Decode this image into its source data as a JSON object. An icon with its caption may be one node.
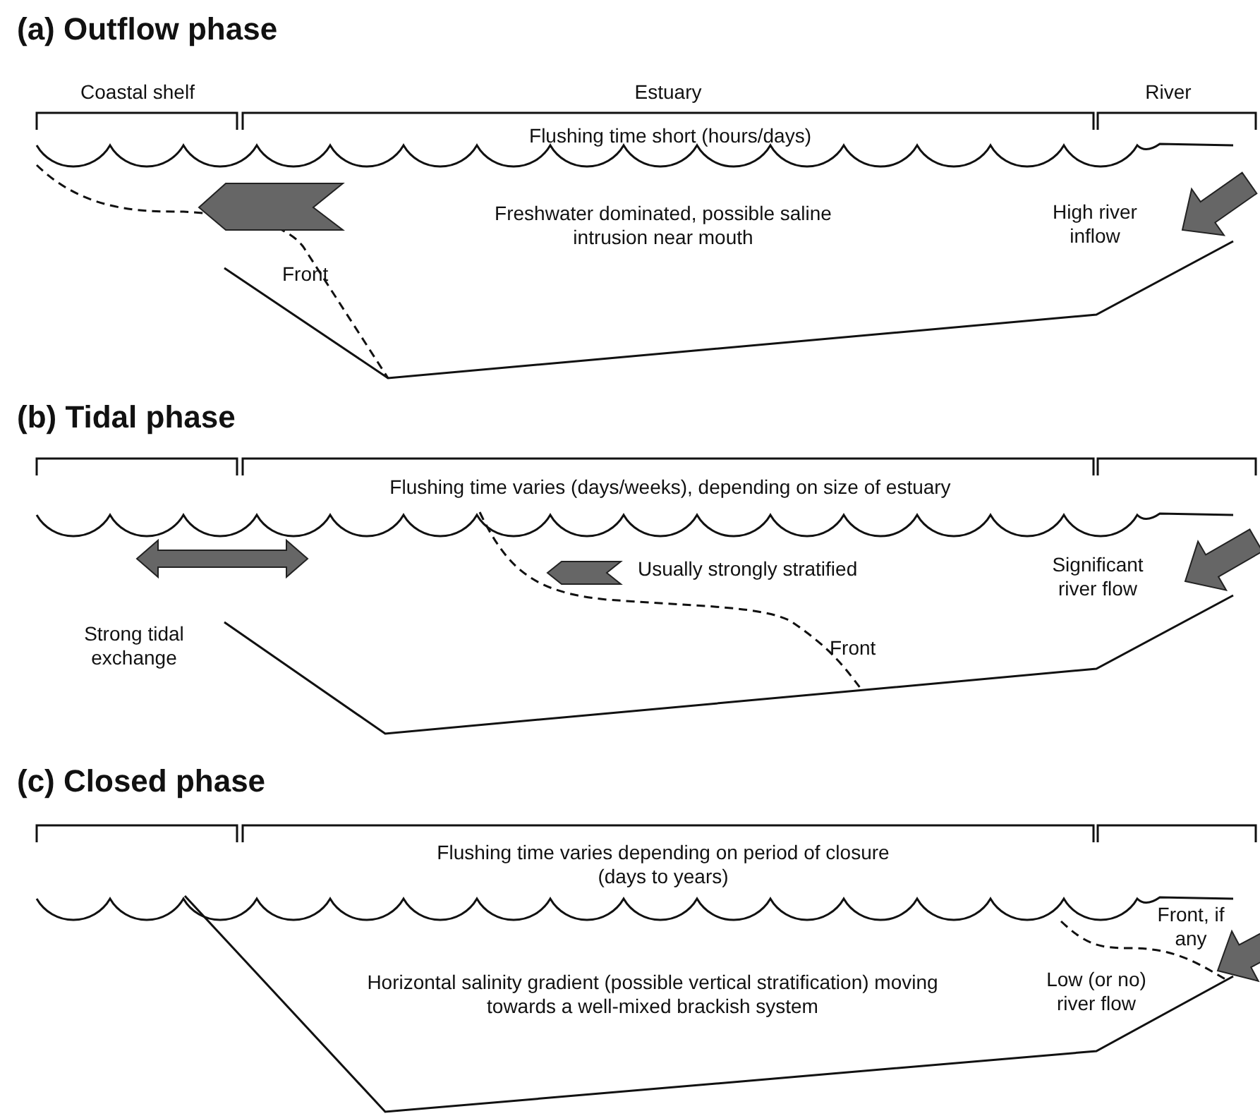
{
  "diagram": {
    "labels": [
      "(a) Outflow phase",
      "Coastal shelf",
      "Estuary",
      "River",
      "Flushing time short (hours/days)",
      "Freshwater dominated, possible saline intrusion near mouth",
      "High river inflow",
      "Front",
      "(b) Tidal phase",
      "Flushing time varies (days/weeks), depending on size of estuary",
      "Usually strongly stratified",
      "Significant river flow",
      "Strong tidal exchange",
      "Front",
      "(c) Closed phase",
      "Flushing time varies depending on period of closure (days to years)",
      "Front, if any",
      "Horizontal salinity gradient (possible vertical stratification) moving towards a well-mixed brackish system",
      "Low (or no) river flow"
    ]
  }
}
